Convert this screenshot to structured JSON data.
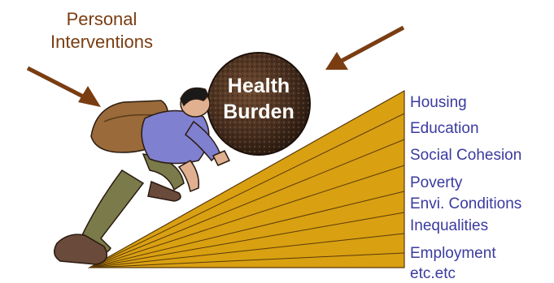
{
  "title": {
    "line1": "Personal",
    "line2": "Interventions"
  },
  "ball": {
    "line1": "Health",
    "line2": "Burden"
  },
  "factors": [
    "Housing",
    "Education",
    "Social Cohesion",
    "Poverty",
    "Envi. Conditions",
    "Inequalities",
    "Employment",
    "etc.etc"
  ],
  "colors": {
    "ramp": "#d9a012",
    "ramp_line": "#5a3a08",
    "arrow": "#7a3d12",
    "factor_text": "#3a3aa0",
    "ball": "#4a3020"
  },
  "icons": [
    "arrow-down-right-icon",
    "arrow-down-left-icon",
    "climber-figure",
    "boulder-icon"
  ]
}
